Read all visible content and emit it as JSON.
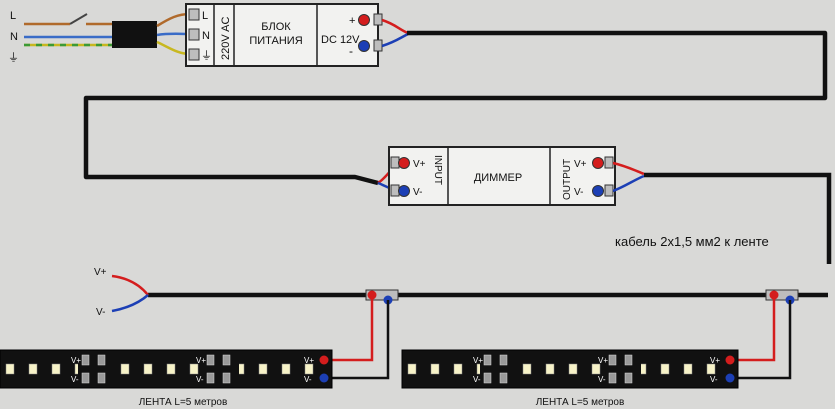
{
  "mains": {
    "terminals": [
      "L",
      "N",
      "⏚"
    ]
  },
  "power_supply": {
    "input_label": "220V AC",
    "input_terminals": [
      "L",
      "N",
      "⏚"
    ],
    "title_line1": "БЛОК",
    "title_line2": "ПИТАНИЯ",
    "output_label": "DC 12V",
    "plus": "+",
    "minus": "-"
  },
  "dimmer": {
    "title": "ДИММЕР",
    "input_label": "INPUT",
    "output_label": "OUTPUT",
    "v_plus": "V+",
    "v_minus": "V-"
  },
  "cable_note": "кабель 2х1,5 мм2 к ленте",
  "cable_end": {
    "v_plus": "V+",
    "v_minus": "V-"
  },
  "strips": [
    {
      "caption": "ЛЕНТА L=5 метров",
      "pad_plus": "V+",
      "pad_minus": "V-"
    },
    {
      "caption": "ЛЕНТА L=5 метров",
      "pad_plus": "V+",
      "pad_minus": "V-"
    }
  ],
  "colors": {
    "background": "#d9d9d7",
    "wire_main": "#111111",
    "wire_positive": "#d41d1d",
    "wire_negative": "#1c3fb5",
    "led": "#f7f3c8"
  }
}
